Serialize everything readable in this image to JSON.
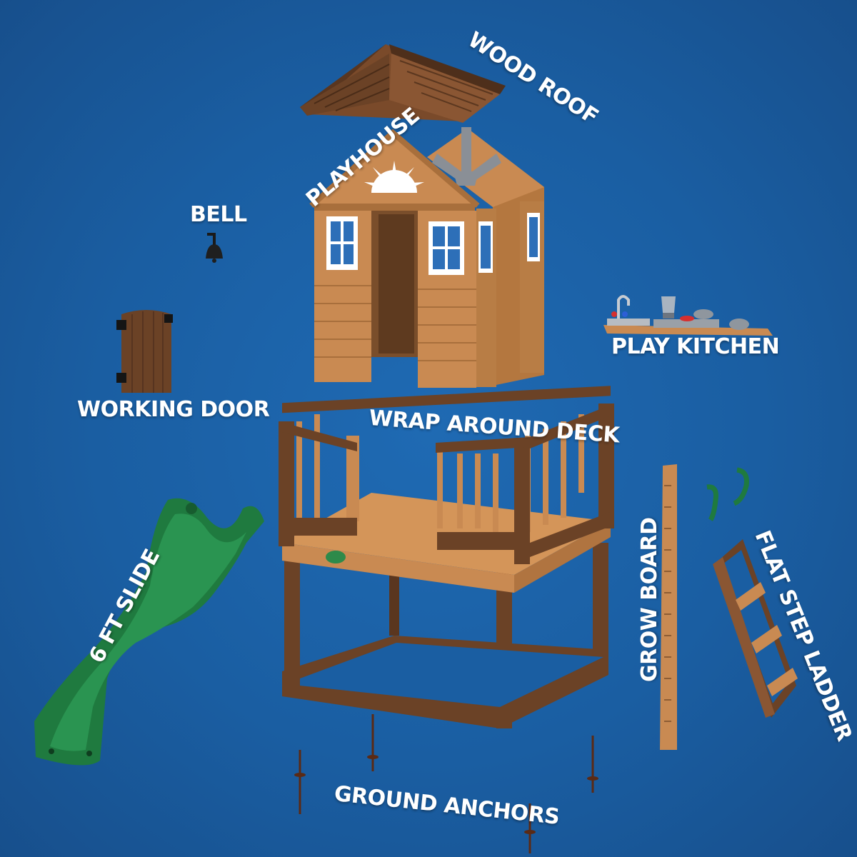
{
  "labels": {
    "wood_roof": "WOOD ROOF",
    "playhouse": "PLAYHOUSE",
    "bell": "BELL",
    "play_kitchen": "PLAY KITCHEN",
    "working_door": "WORKING DOOR",
    "wrap_around_deck": "WRAP AROUND DECK",
    "slide": "6 FT SLIDE",
    "grow_board": "GROW BOARD",
    "flat_step_ladder": "FLAT STEP LADDER",
    "ground_anchors": "GROUND ANCHORS"
  },
  "colors": {
    "background": "#1a5fa3",
    "cedar": "#c98a52",
    "dark_wood": "#6b4226",
    "slide_green": "#1f7a3f",
    "window_frame": "#ffffff",
    "label_text": "#ffffff"
  }
}
